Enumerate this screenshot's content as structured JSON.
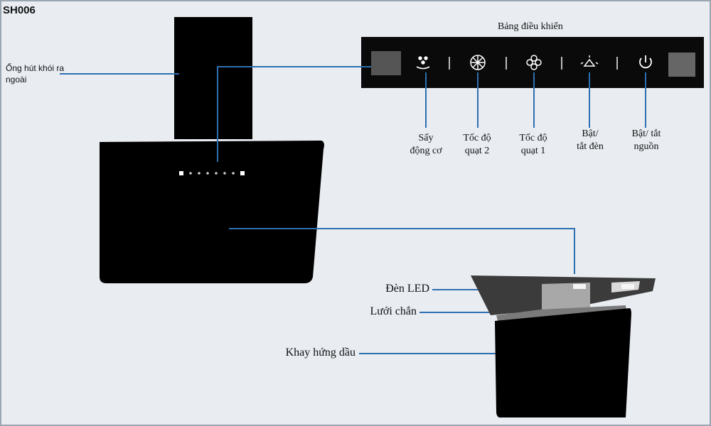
{
  "model": "SH006",
  "chimney_label": "Ống hút khói ra ngoài",
  "panel": {
    "title": "Bảng điều khiển",
    "controls": [
      {
        "label": "Sấy động cơ",
        "icon": "dry-motor-icon"
      },
      {
        "label": "Tốc độ quạt 2",
        "icon": "fan-speed-2-icon"
      },
      {
        "label": "Tốc độ quạt 1",
        "icon": "fan-speed-1-icon"
      },
      {
        "label": "Bật/ tắt đèn",
        "icon": "light-icon"
      },
      {
        "label": "Bật/ tắt nguồn",
        "icon": "power-icon"
      }
    ]
  },
  "parts": {
    "led": "Đèn LED",
    "filter": "Lưới chắn",
    "tray": "Khay hứng dầu"
  },
  "colors": {
    "line": "#2e6fb0",
    "hood": "#000000",
    "panel": "#0a0a0a",
    "background": "#e9edf2"
  }
}
